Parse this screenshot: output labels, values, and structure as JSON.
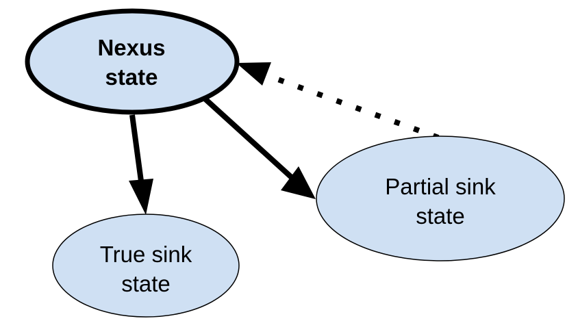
{
  "diagram": {
    "type": "state-transition",
    "colors": {
      "node_fill": "#cfe0f3",
      "stroke": "#000000",
      "background": "#ffffff"
    },
    "nodes": [
      {
        "id": "nexus",
        "label_lines": [
          "Nexus",
          "state"
        ],
        "bold": true,
        "emphasis": "thick-border"
      },
      {
        "id": "true_sink",
        "label_lines": [
          "True sink",
          "state"
        ],
        "bold": false
      },
      {
        "id": "partial_sink",
        "label_lines": [
          "Partial sink",
          "state"
        ],
        "bold": false
      }
    ],
    "edges": [
      {
        "from": "nexus",
        "to": "true_sink",
        "style": "solid"
      },
      {
        "from": "nexus",
        "to": "partial_sink",
        "style": "solid"
      },
      {
        "from": "partial_sink",
        "to": "nexus",
        "style": "dotted"
      }
    ]
  }
}
